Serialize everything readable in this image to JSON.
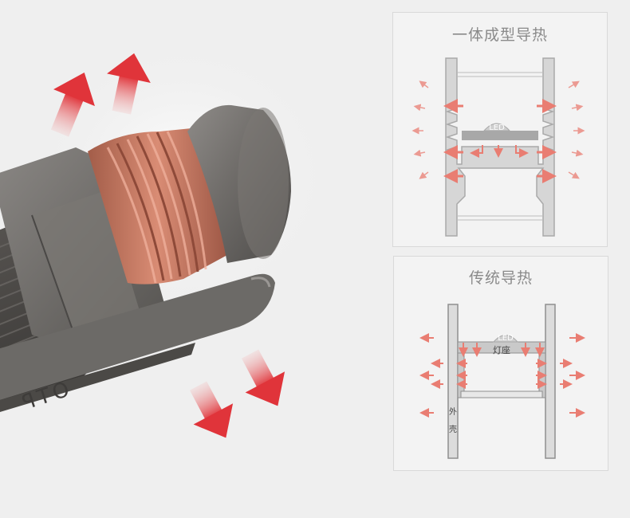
{
  "photo": {
    "engraving": "OTP"
  },
  "integrated_panel": {
    "title": "一体成型导热",
    "led_label": "LED"
  },
  "traditional_panel": {
    "title": "传统导热",
    "led_label": "LED",
    "seat_label": "灯座",
    "shell_label_1": "外",
    "shell_label_2": "壳"
  },
  "colors": {
    "arrow_red": "#e0343a",
    "copper": "#c47a62",
    "body_gray": "#6e6c6a",
    "diagram_arrow": "#e97d72"
  }
}
